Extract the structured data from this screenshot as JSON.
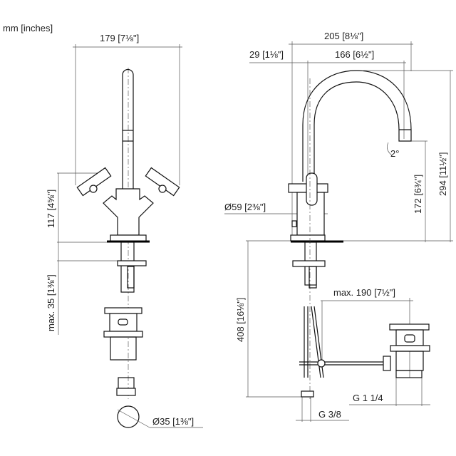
{
  "units_label": "mm [inches]",
  "front_view": {
    "width_dim": "179 [7⅛\"]",
    "handle_height_dim": "117 [4⅝\"]",
    "max_thickness_dim": "max. 35 [1⅜\"]",
    "hole_diameter_dim": "Ø35 [1⅜\"]"
  },
  "side_view": {
    "total_reach_dim": "205 [8⅛\"]",
    "offset_dim": "29 [1⅛\"]",
    "spout_reach_dim": "166 [6½\"]",
    "total_height_dim": "294 [11½\"]",
    "outlet_height_dim": "172 [6¾\"]",
    "angle_dim": "2°",
    "base_diameter_dim": "Ø59 [2⅜\"]",
    "below_deck_dim": "408 [16⅛\"]",
    "drain_reach_dim": "max. 190 [7½\"]",
    "drain_thread": "G 1 1/4",
    "supply_thread": "G 3/8"
  }
}
